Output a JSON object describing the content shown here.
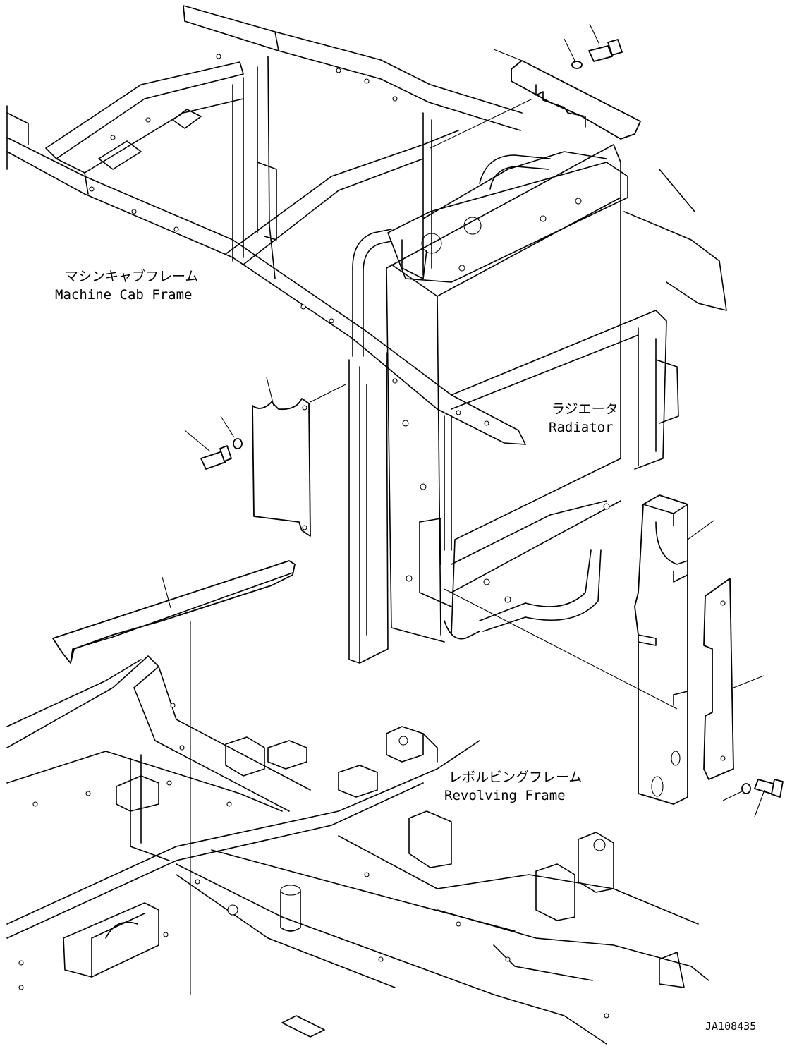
{
  "labels": {
    "cab_frame_jp": "マシンキャブフレーム",
    "cab_frame_en": "Machine Cab Frame",
    "radiator_jp": "ラジエータ",
    "radiator_en": "Radiator",
    "revolving_frame_jp": "レボルビングフレーム",
    "revolving_frame_en": "Revolving Frame",
    "drawing_code": "JA108435"
  }
}
